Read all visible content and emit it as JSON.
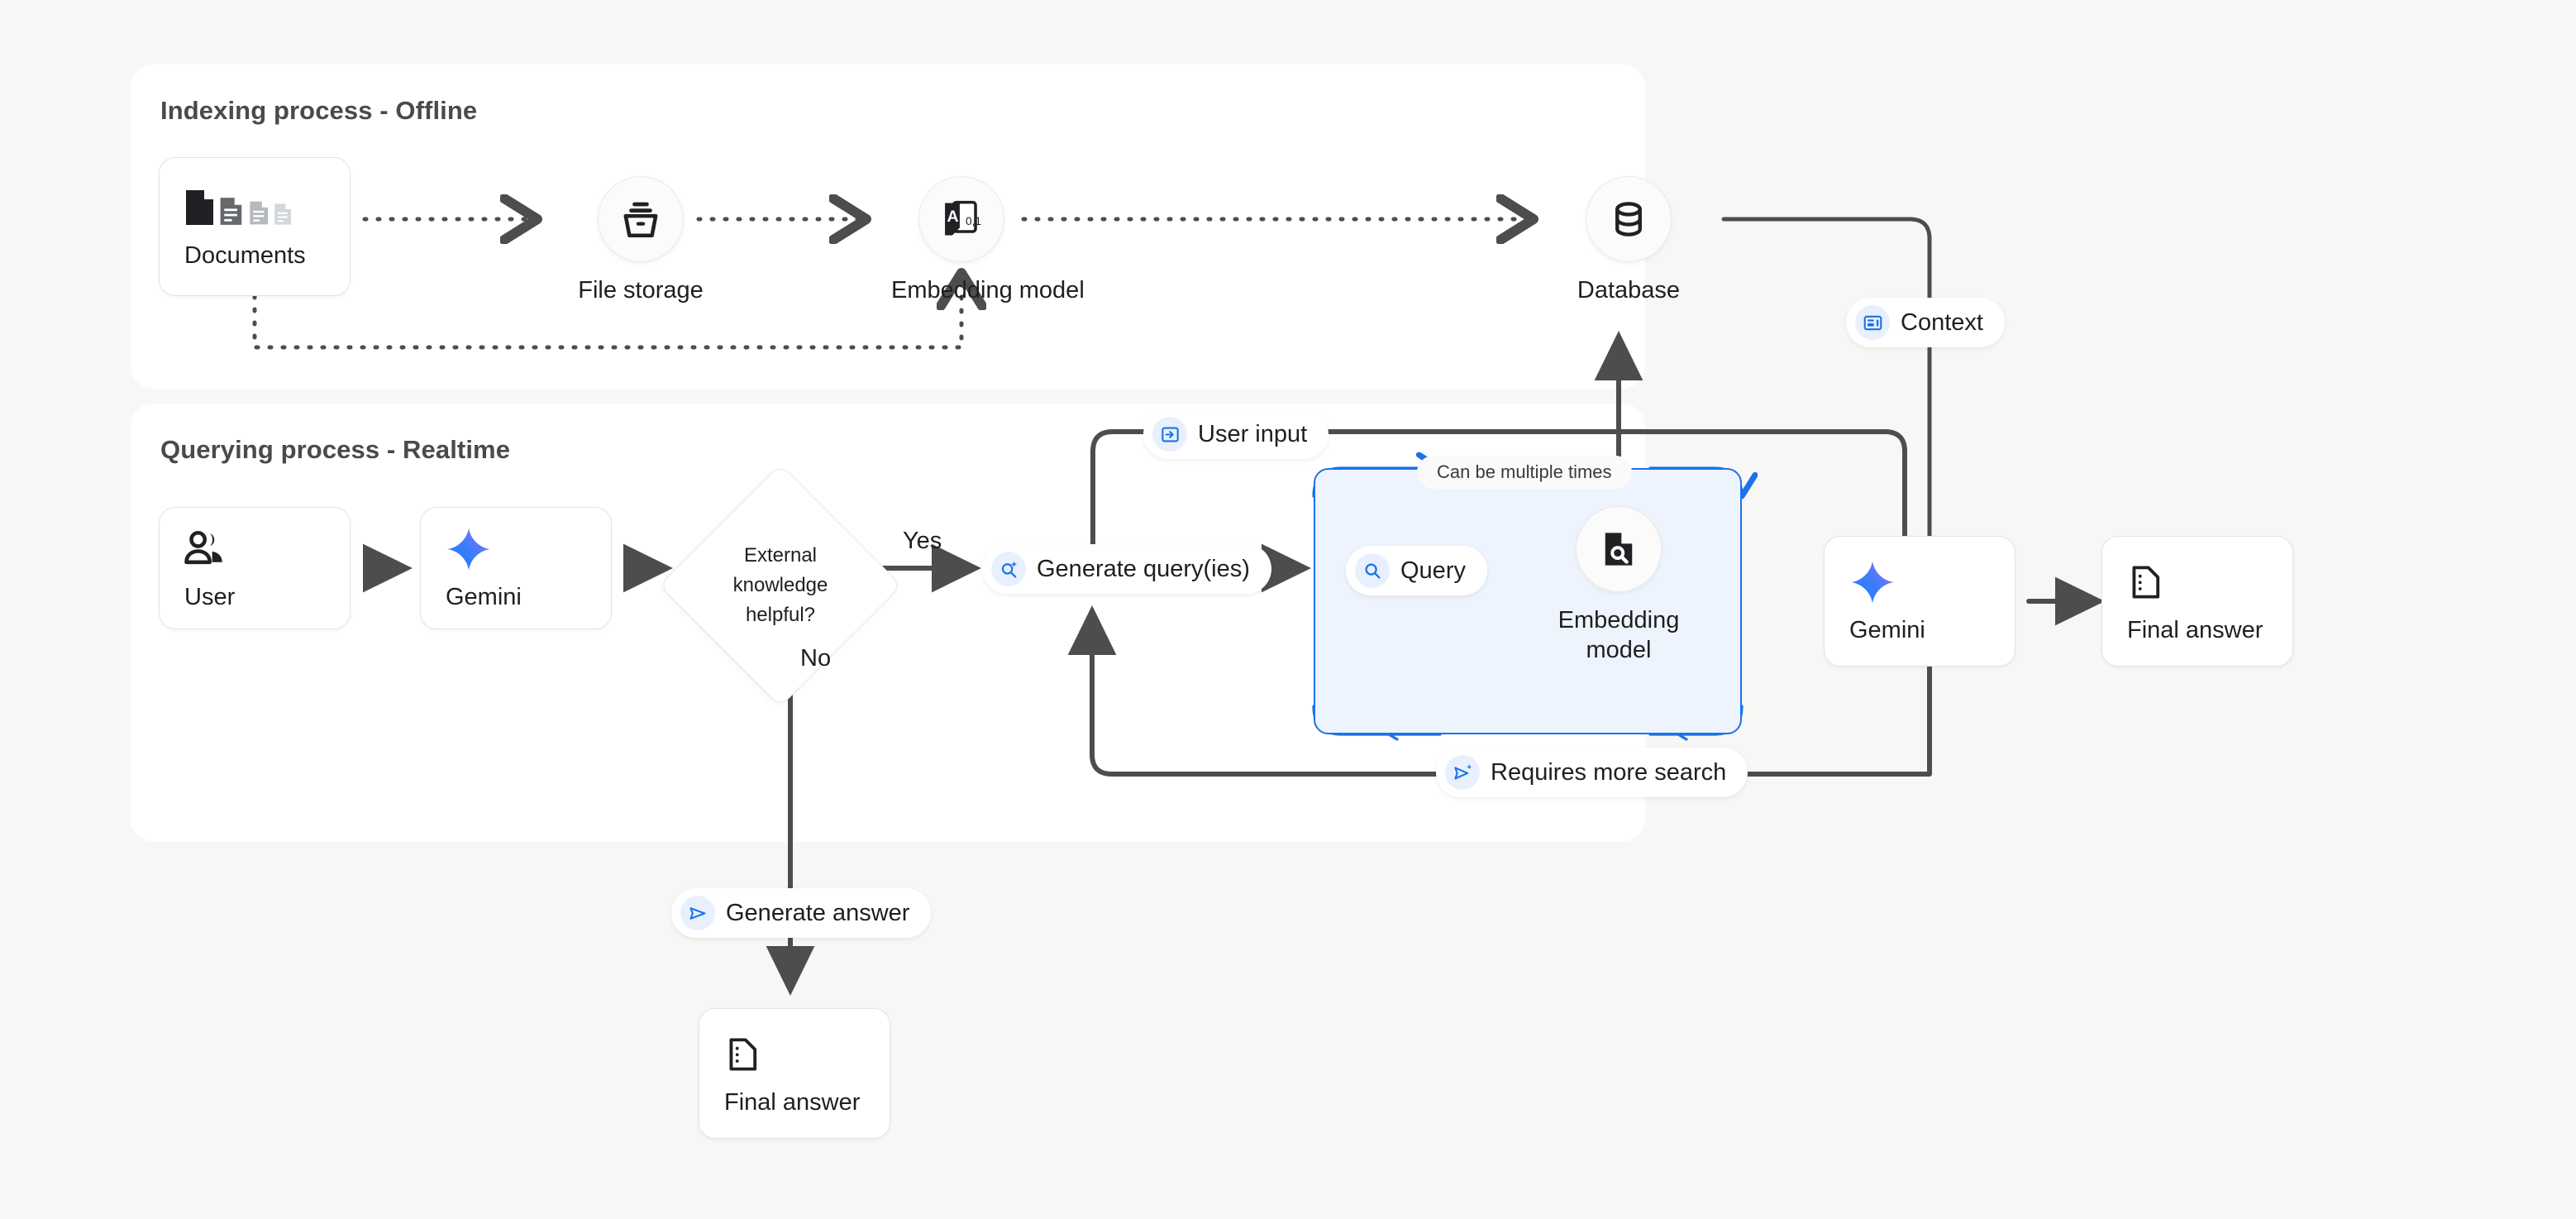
{
  "theme": {
    "background": "#f7f7f6",
    "panel_bg": "#ffffff",
    "accent_blue": "#1a73e8",
    "loop_fill": "#eef4fd",
    "wire_gray": "#4d4d4d",
    "text": "#1f1f1f"
  },
  "panels": [
    {
      "id": "indexing",
      "title": "Indexing process - Offline"
    },
    {
      "id": "querying",
      "title": "Querying process - Realtime"
    }
  ],
  "indexing": {
    "nodes": [
      {
        "id": "documents",
        "label": "Documents",
        "icon": "documents-icon",
        "shape": "card"
      },
      {
        "id": "file-storage",
        "label": "File storage",
        "icon": "file-storage-icon",
        "shape": "circle"
      },
      {
        "id": "embedding-model",
        "label": "Embedding model",
        "icon": "embedding-model-icon",
        "shape": "circle"
      },
      {
        "id": "database",
        "label": "Database",
        "icon": "database-icon",
        "shape": "circle"
      }
    ]
  },
  "querying": {
    "nodes": [
      {
        "id": "user",
        "label": "User",
        "icon": "people-icon",
        "shape": "card"
      },
      {
        "id": "gemini",
        "label": "Gemini",
        "icon": "gemini-spark-icon",
        "shape": "card"
      },
      {
        "id": "embedding-model-loop",
        "label": "Embedding model",
        "icon": "document-search-icon",
        "shape": "circle"
      },
      {
        "id": "gemini-final",
        "label": "Gemini",
        "icon": "gemini-spark-icon",
        "shape": "card"
      },
      {
        "id": "final-answer-right",
        "label": "Final answer",
        "icon": "answer-doc-icon",
        "shape": "card"
      },
      {
        "id": "final-answer-bottom",
        "label": "Final answer",
        "icon": "answer-doc-icon",
        "shape": "card"
      }
    ],
    "decision": {
      "id": "external-knowledge-decision",
      "lines": [
        "External",
        "knowledge",
        "helpful?"
      ],
      "branch_yes": "Yes",
      "branch_no": "No"
    },
    "loop_note": "Can be multiple times"
  },
  "badges": [
    {
      "id": "context",
      "label": "Context",
      "icon": "article-icon"
    },
    {
      "id": "user-input",
      "label": "User input",
      "icon": "input-arrow-icon"
    },
    {
      "id": "generate-queries",
      "label": "Generate query(ies)",
      "icon": "search-sparkle-icon"
    },
    {
      "id": "query",
      "label": "Query",
      "icon": "search-icon"
    },
    {
      "id": "requires-search",
      "label": "Requires more search",
      "icon": "send-sparkle-icon"
    },
    {
      "id": "generate-answer",
      "label": "Generate answer",
      "icon": "send-icon"
    }
  ]
}
